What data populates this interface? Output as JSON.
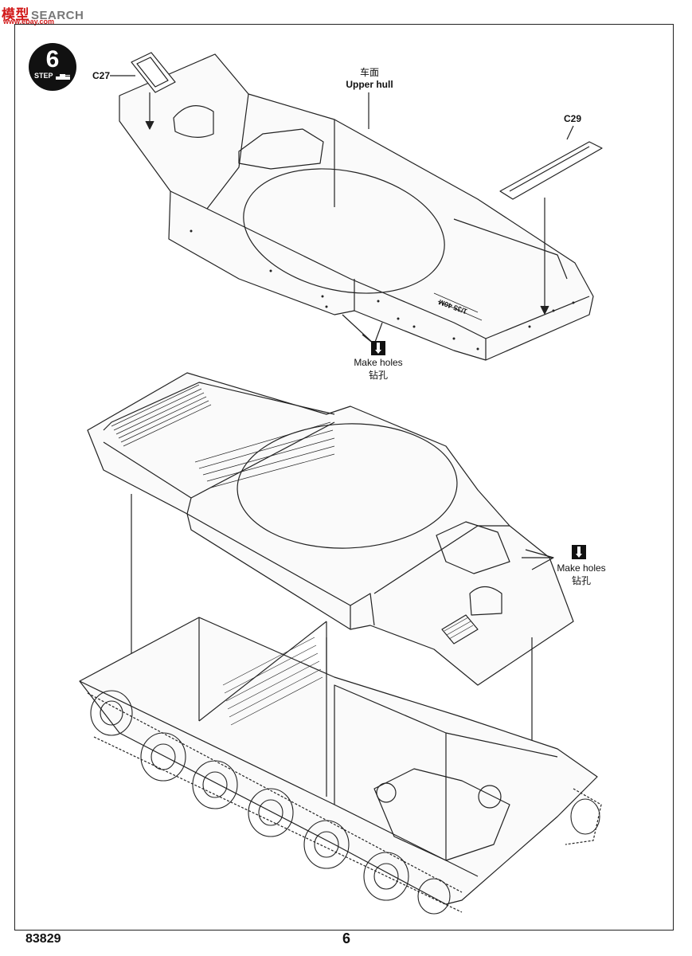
{
  "watermark": {
    "site": "SEARCH",
    "cn": "模型",
    "url": "www.ebay.com"
  },
  "step": {
    "label": "STEP",
    "number": "6"
  },
  "parts": {
    "c27": "C27",
    "c29": "C29"
  },
  "upper_hull": {
    "cn": "车面",
    "en": "Upper hull"
  },
  "make_holes_1": {
    "en": "Make holes",
    "cn": "钻孔"
  },
  "make_holes_2": {
    "en": "Make holes",
    "cn": "钻孔"
  },
  "hull_marking": "1/35 40M",
  "footer": {
    "code": "83829",
    "page": "6"
  }
}
